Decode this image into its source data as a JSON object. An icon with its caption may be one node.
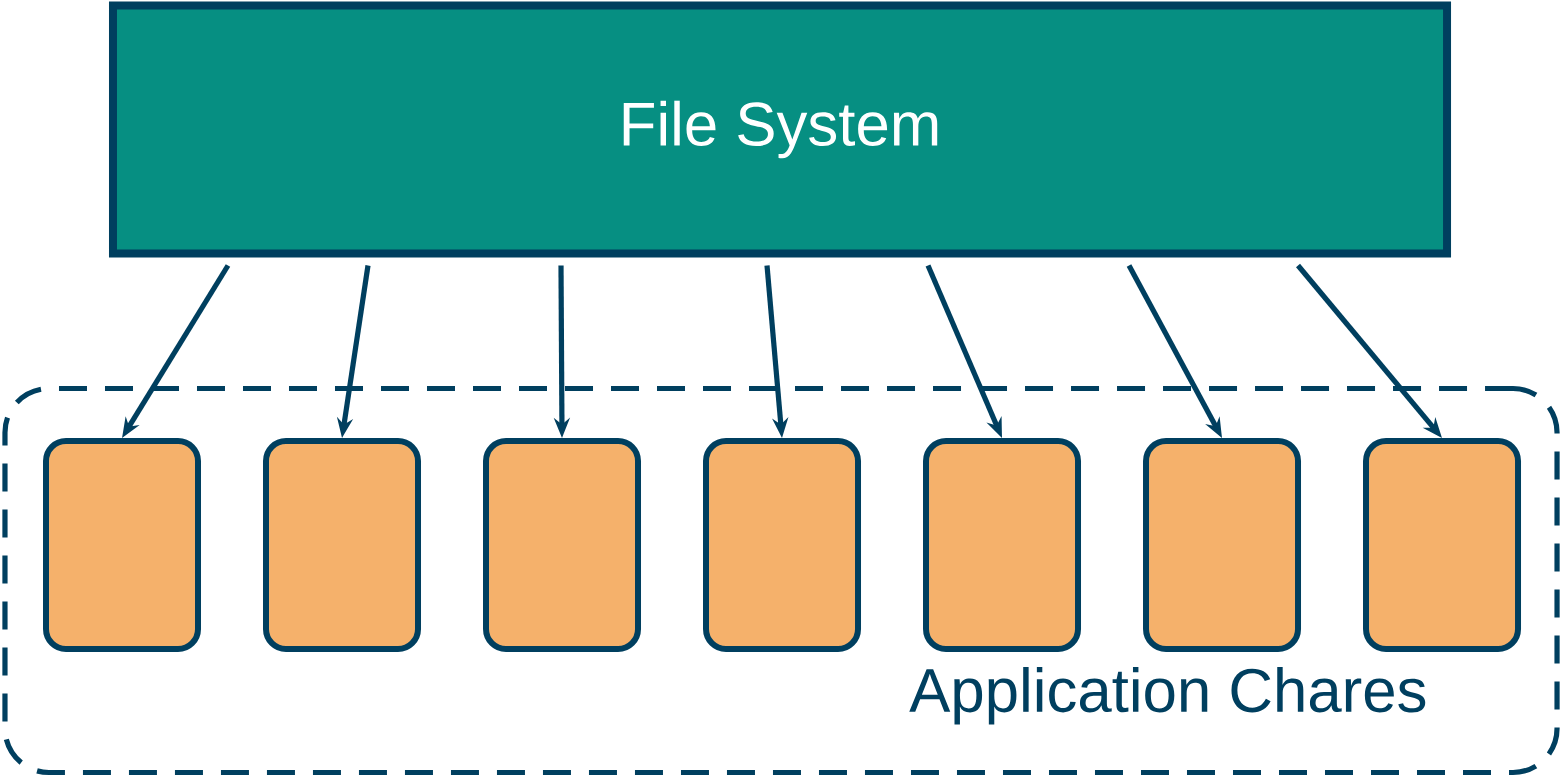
{
  "diagram": {
    "nodes": [
      {
        "text": [
          "File System"
        ]
      },
      {
        "text": [
          "Application Chares"
        ]
      },
      {
        "text": [],
        "shape": "box",
        "in": 1
      },
      {
        "text": [],
        "shape": "box",
        "in": 1
      },
      {
        "text": [],
        "shape": "box",
        "in": 1
      },
      {
        "text": [],
        "shape": "box",
        "in": 1
      },
      {
        "text": [],
        "shape": "box",
        "in": 1
      },
      {
        "text": [],
        "shape": "box",
        "in": 1
      },
      {
        "text": [],
        "shape": "box",
        "in": 1
      }
    ],
    "edges": [
      {
        "from": 0,
        "to": 2,
        "arrow": "to"
      },
      {
        "from": 0,
        "to": 3,
        "arrow": "to"
      },
      {
        "from": 0,
        "to": 4,
        "arrow": "to"
      },
      {
        "from": 0,
        "to": 5,
        "arrow": "to"
      },
      {
        "from": 0,
        "to": 6,
        "arrow": "to"
      },
      {
        "from": 0,
        "to": 7,
        "arrow": "to"
      },
      {
        "from": 0,
        "to": 8,
        "arrow": "to"
      }
    ]
  }
}
